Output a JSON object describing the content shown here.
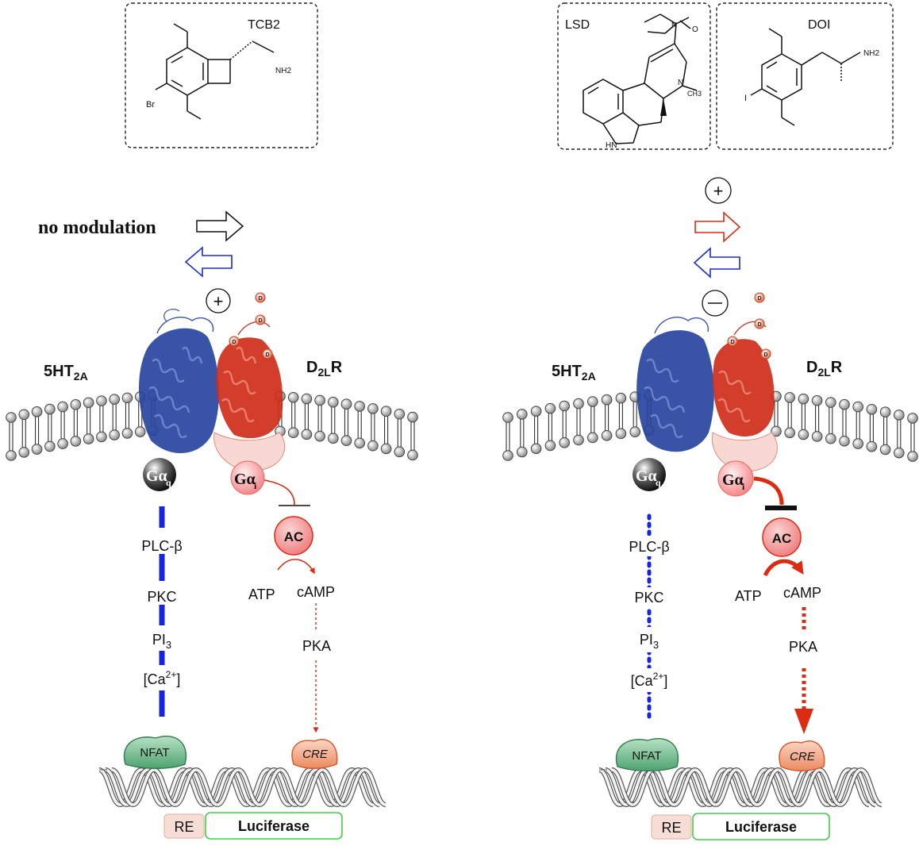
{
  "left_panel": {
    "compound": "TCB2",
    "modulation_label": "no modulation",
    "receptor_5ht": {
      "main": "5HT",
      "sub": "2A"
    },
    "receptor_d2": {
      "main": "D",
      "sub": "2L",
      "suffix": "R"
    },
    "plus_sign": "+",
    "galpha_q": {
      "main": "Gα",
      "sub": "q"
    },
    "galpha_i": {
      "main": "Gα",
      "sub": "i"
    },
    "ac": "AC",
    "atp": "ATP",
    "camp": "cAMP",
    "pka": "PKA",
    "plc": "PLC-β",
    "pkc": "PKC",
    "pi3": {
      "main": "PI",
      "sub": "3"
    },
    "calcium": {
      "pre": "[Ca",
      "sup": "2+",
      "post": "]"
    },
    "nfat": "NFAT",
    "cre": "CRE",
    "re": "RE",
    "luciferase": "Luciferase",
    "ligand_mark": "D"
  },
  "right_panel": {
    "compound_a": "LSD",
    "compound_b": "DOI",
    "plus_sign": "+",
    "minus_sign": "−",
    "receptor_5ht": {
      "main": "5HT",
      "sub": "2A"
    },
    "receptor_d2": {
      "main": "D",
      "sub": "2L",
      "suffix": "R"
    },
    "galpha_q": {
      "main": "Gα",
      "sub": "q"
    },
    "galpha_i": {
      "main": "Gα",
      "sub": "i"
    },
    "ac": "AC",
    "atp": "ATP",
    "camp": "cAMP",
    "pka": "PKA",
    "plc": "PLC-β",
    "pkc": "PKC",
    "pi3": {
      "main": "PI",
      "sub": "3"
    },
    "calcium": {
      "pre": "[Ca",
      "sup": "2+",
      "post": "]"
    },
    "nfat": "NFAT",
    "cre": "CRE",
    "re": "RE",
    "luciferase": "Luciferase",
    "ligand_mark": "D"
  },
  "structures": {
    "tcb2_atoms": {
      "br": "Br",
      "nh2": "NH2"
    },
    "lsd_atoms": {
      "n": "N",
      "o": "O",
      "n2": "N",
      "ch3": "CH3",
      "hn": "HN"
    },
    "doi_atoms": {
      "i": "I",
      "nh2": "NH2"
    }
  },
  "colors": {
    "blue_receptor": "#1f3a93",
    "red_receptor": "#cc2a1a",
    "blue_pathway": "#1424e0",
    "red_pathway": "#dd2b12",
    "nfat_fill": "#7fc39a",
    "cre_fill": "#f2a88a",
    "luciferase_border": "#41cf4a",
    "re_fill": "#f6ddd6"
  }
}
